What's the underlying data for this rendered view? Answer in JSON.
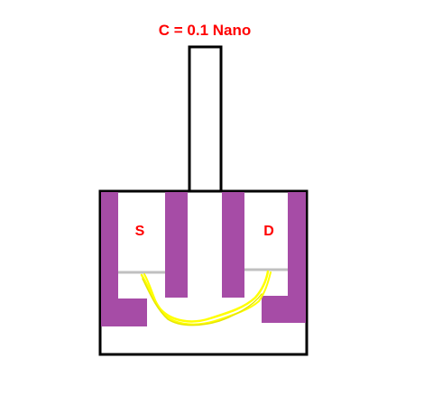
{
  "title": "C = 0.1 Nano",
  "labels": {
    "source": "S",
    "drain": "D"
  },
  "colors": {
    "text": "#ff0000",
    "outline": "#000000",
    "electrode": "#a64ca6",
    "wire": "#ffff00",
    "wire_stroke": "#d8d800",
    "gap_line": "#c0c0c0",
    "background": "#ffffff"
  }
}
